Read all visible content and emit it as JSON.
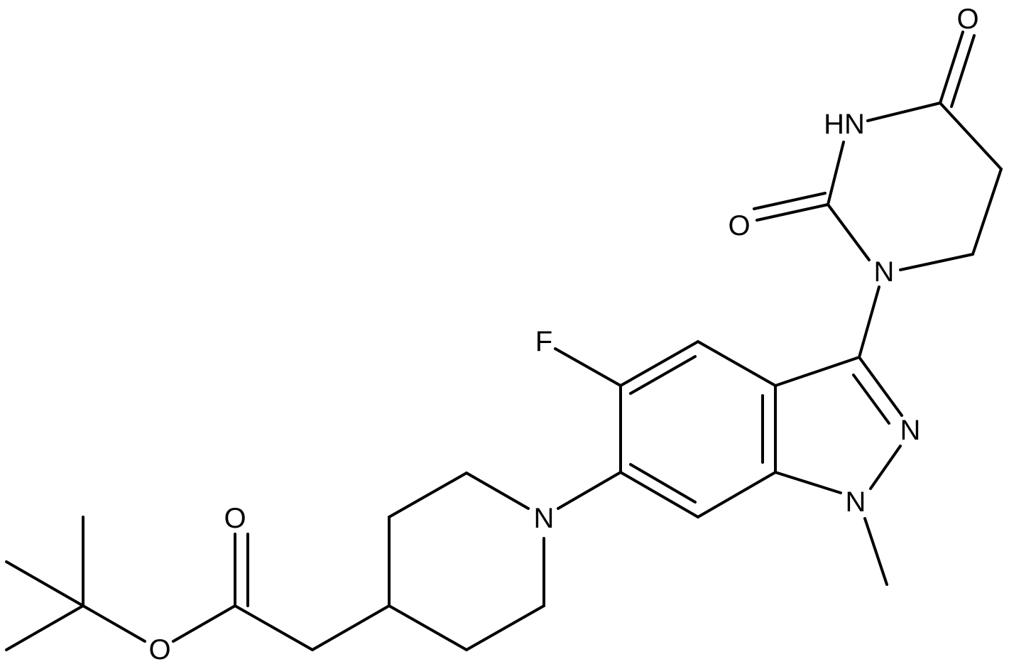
{
  "colors": {
    "background": "#ffffff",
    "bond": "#000000",
    "label": "#000000"
  },
  "atoms": {
    "o_top": "O",
    "nh": "HN",
    "o_left": "O",
    "n_ring": "N",
    "f": "F",
    "n_pyrazole": "N",
    "n_methyl": "N",
    "n_piperidine": "N",
    "o_carbonyl": "O",
    "o_ester": "O"
  }
}
